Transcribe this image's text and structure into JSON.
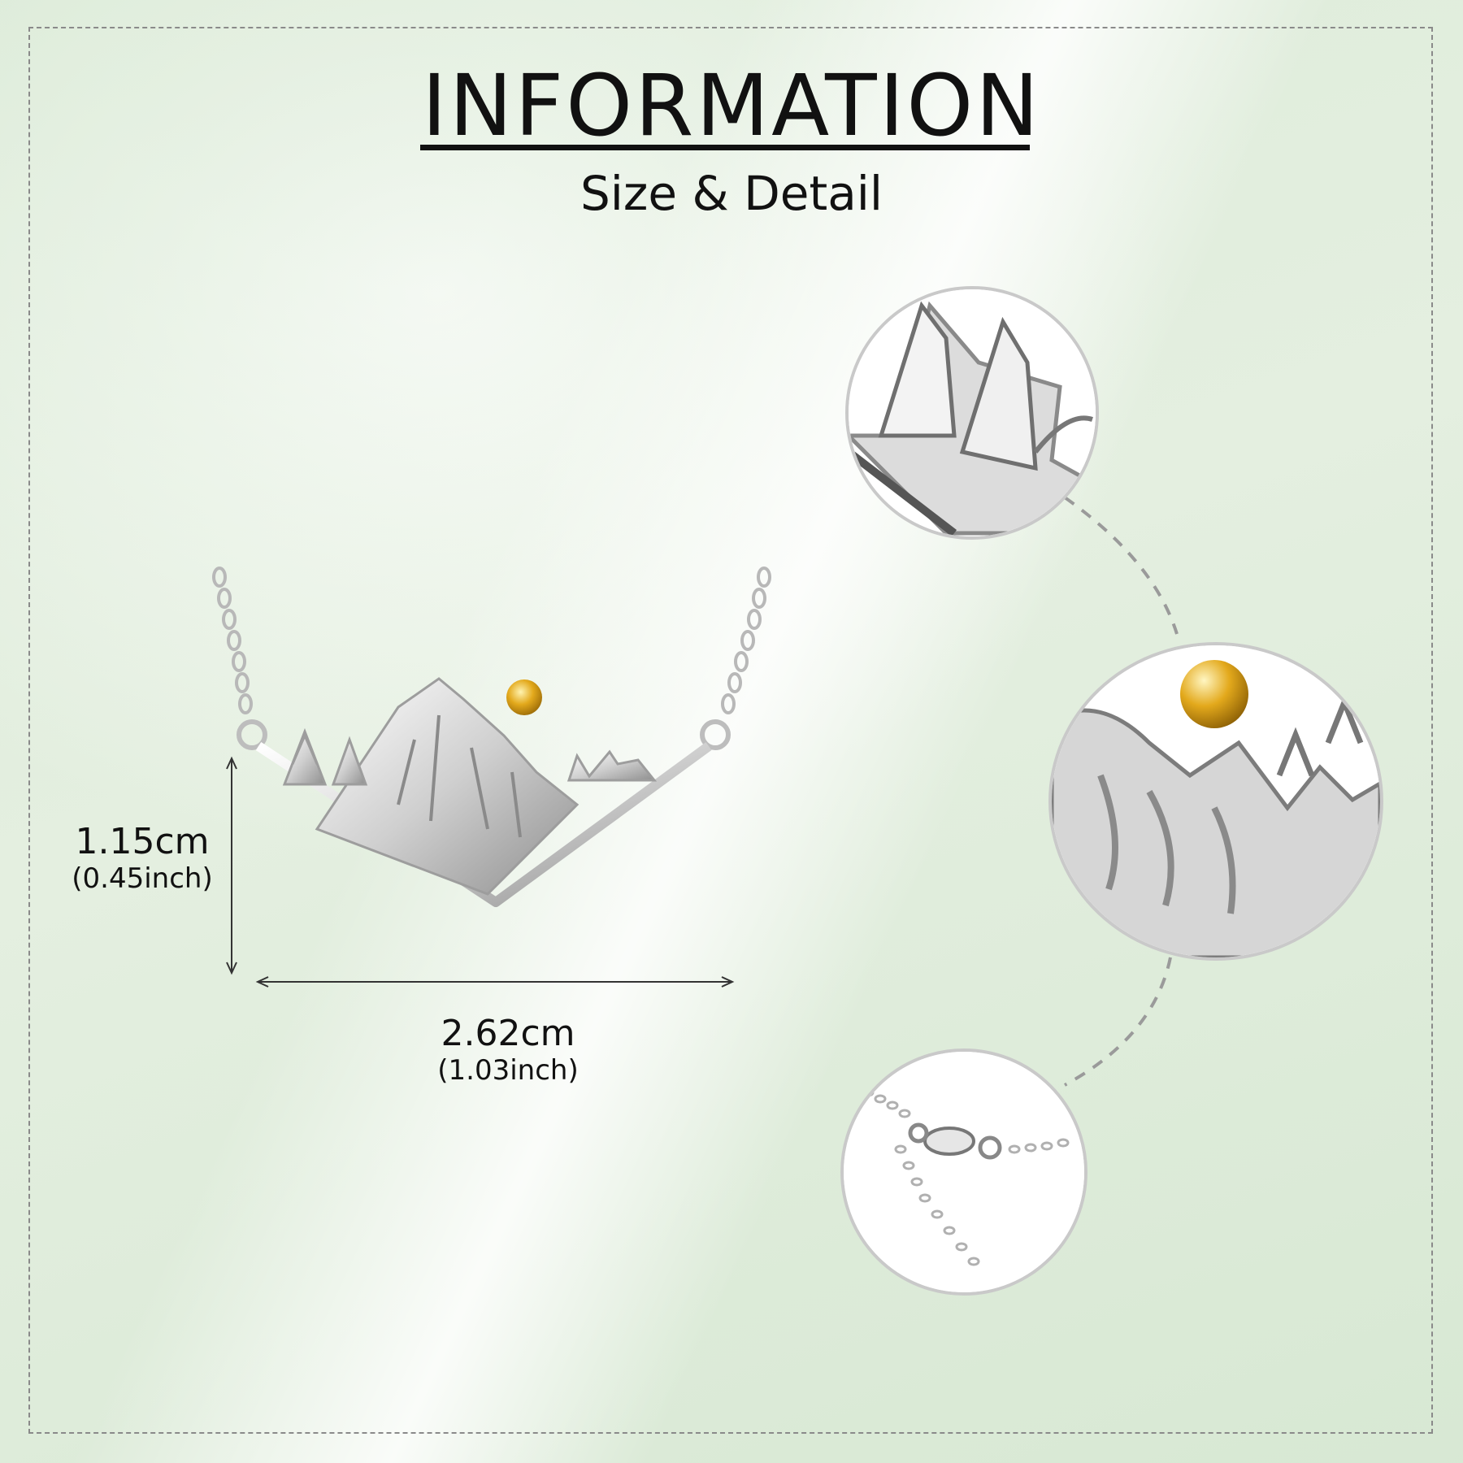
{
  "header": {
    "title": "INFORMATION",
    "subtitle": "Size & Detail"
  },
  "dimensions": {
    "height_cm": "1.15cm",
    "height_inch": "(0.45inch)",
    "width_cm": "2.62cm",
    "width_inch": "(1.03inch)"
  },
  "details": [
    {
      "name": "trees-detail-icon"
    },
    {
      "name": "sun-mountain-detail-icon"
    },
    {
      "name": "clasp-detail-icon"
    }
  ],
  "colors": {
    "silver": "#d9d9d9",
    "gold": "#e0a51a",
    "dashed": "#9a9a9a"
  }
}
